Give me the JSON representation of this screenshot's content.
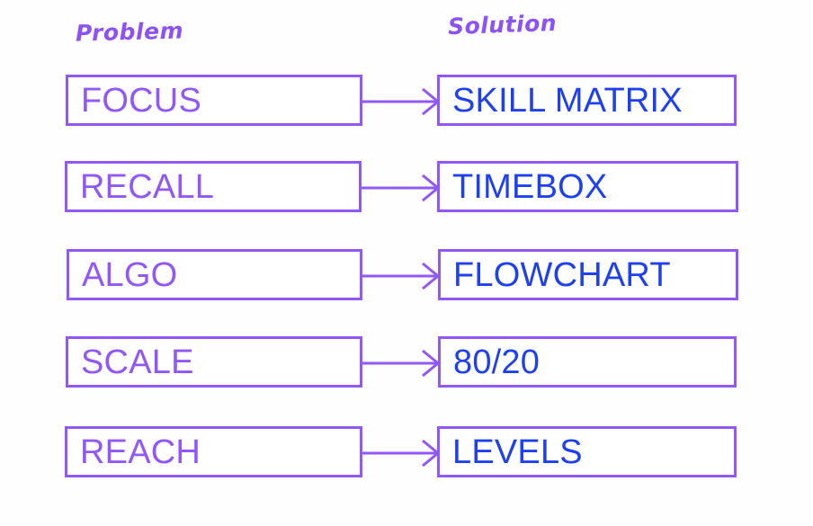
{
  "diagram": {
    "background_color": "#fffeff",
    "accent_purple": "#9257f7",
    "accent_blue": "#1f40ee",
    "columns": {
      "left_heading": "Problem",
      "right_heading": "Solution"
    },
    "rows": [
      {
        "problem": "FOCUS",
        "solution": "SKILL MATRIX",
        "connector": "arrow-right"
      },
      {
        "problem": "RECALL",
        "solution": "TIMEBOX",
        "connector": "arrow-right"
      },
      {
        "problem": "ALGO",
        "solution": "FLOWCHART",
        "connector": "arrow-right"
      },
      {
        "problem": "SCALE",
        "solution": "80/20",
        "connector": "arrow-right"
      },
      {
        "problem": "REACH",
        "solution": "LEVELS",
        "connector": "arrow-right"
      }
    ]
  }
}
